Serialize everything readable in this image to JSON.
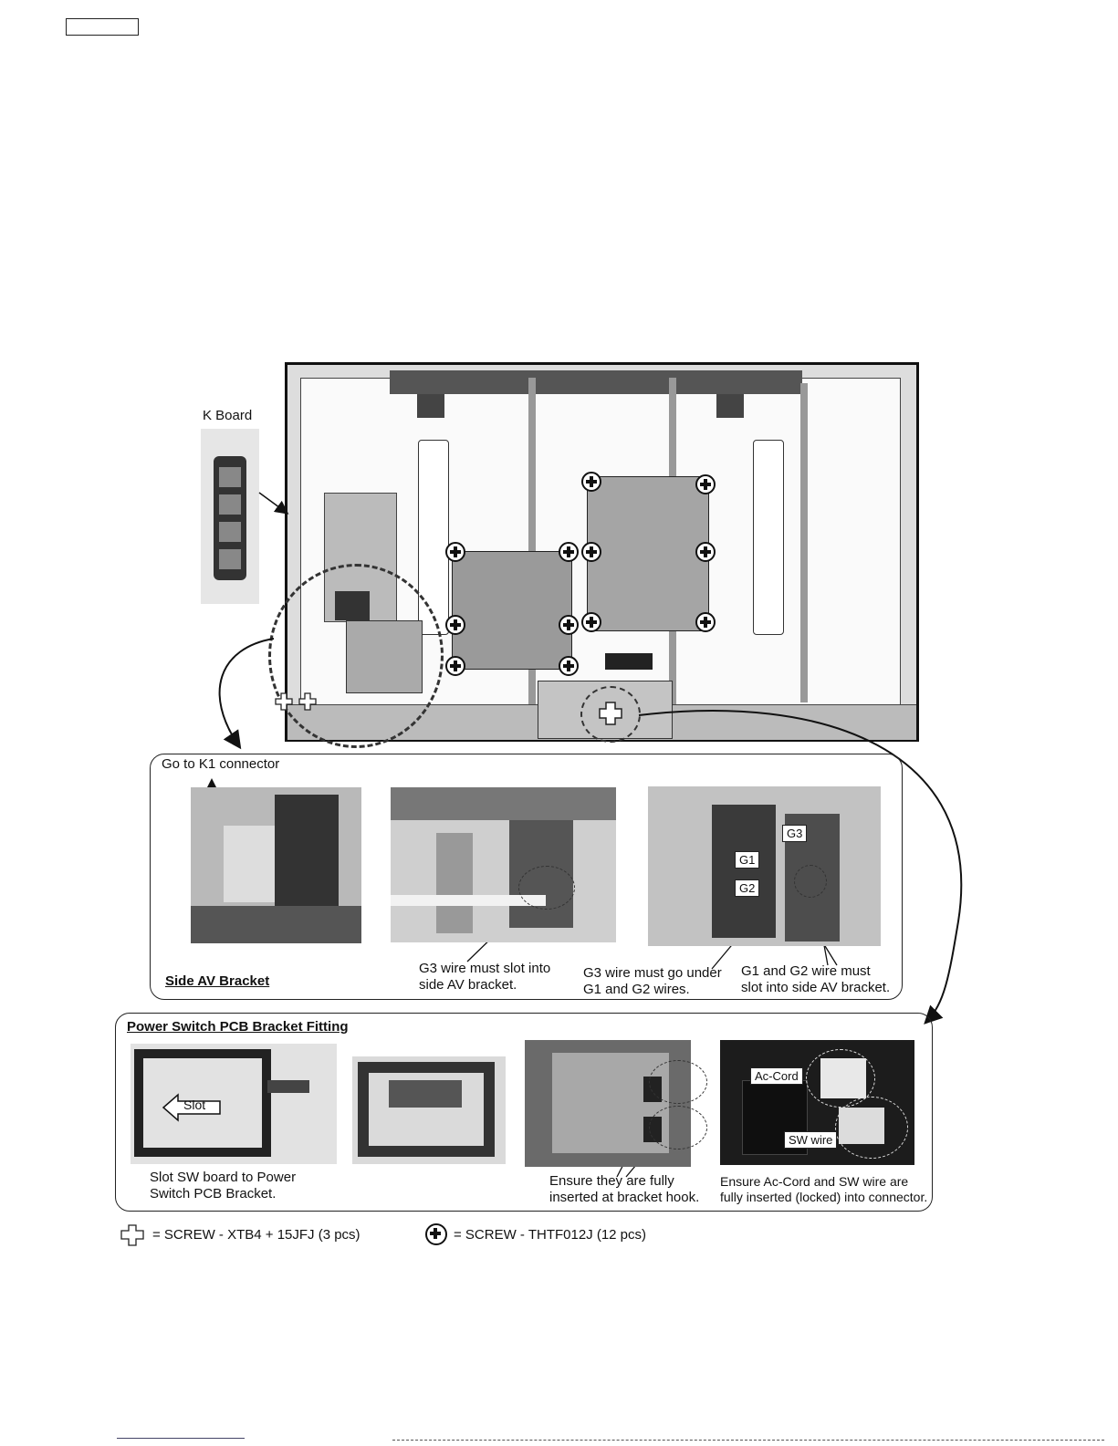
{
  "header_box": "",
  "kboard": {
    "label": "K Board"
  },
  "side_av": {
    "top_note": "Go to K1 connector",
    "title": "Side AV Bracket",
    "note1": [
      "G3 wire must slot into",
      "side AV bracket."
    ],
    "note2": [
      "G3 wire must go under",
      "G1 and G2 wires."
    ],
    "note3": [
      "G1 and G2 wire must",
      "slot into side AV bracket."
    ],
    "tags": {
      "g3": "G3",
      "g1": "G1",
      "g2": "G2"
    }
  },
  "power_switch": {
    "title": "Power Switch PCB Bracket Fitting",
    "slot_label": "Slot",
    "note1": [
      "Slot SW board to Power",
      "Switch PCB Bracket."
    ],
    "note2": [
      "Ensure they are fully",
      "inserted at bracket hook."
    ],
    "note3": [
      "Ensure Ac-Cord and SW wire are",
      "fully inserted (locked) into connector."
    ],
    "tags": {
      "accord": "Ac-Cord",
      "swwire": "SW wire"
    }
  },
  "legend": {
    "screw1": "= SCREW - XTB4 + 15JFJ (3 pcs)",
    "screw2": "= SCREW - THTF012J (12 pcs)"
  }
}
